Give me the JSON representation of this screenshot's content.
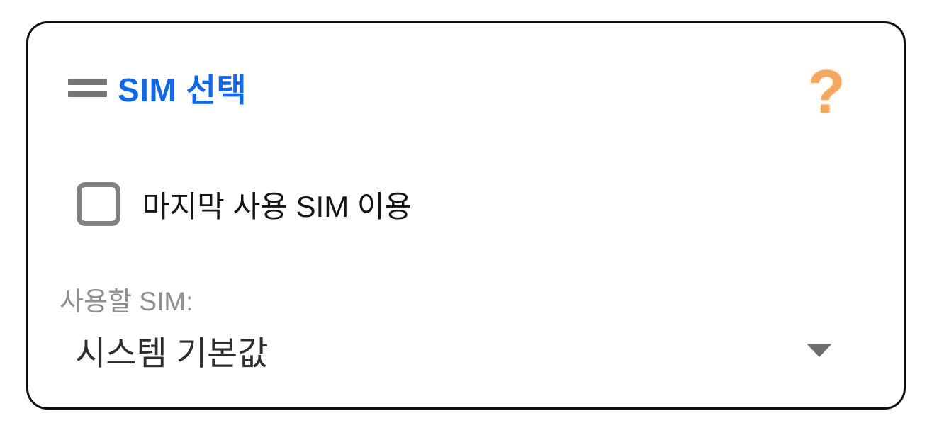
{
  "card": {
    "title": "SIM 선택",
    "help_label": "?",
    "checkbox": {
      "label": "마지막 사용 SIM 이용",
      "checked": false
    },
    "sim_select": {
      "label": "사용할 SIM:",
      "value": "시스템 기본값"
    },
    "icons": {
      "drag_handle": "drag-handle-icon",
      "help": "question-mark-icon",
      "dropdown_arrow": "caret-down-icon"
    },
    "colors": {
      "title_blue": "#1266e8",
      "help_orange": "#f3a75f",
      "drag_handle_gray": "#757575",
      "checkbox_border_gray": "#818181",
      "checkbox_label_dark": "#141414",
      "field_label_gray": "#8f8f8f",
      "value_dark": "#2e2e2e",
      "arrow_gray": "#6e6e6e",
      "card_border_black": "#0f0f0f"
    }
  }
}
